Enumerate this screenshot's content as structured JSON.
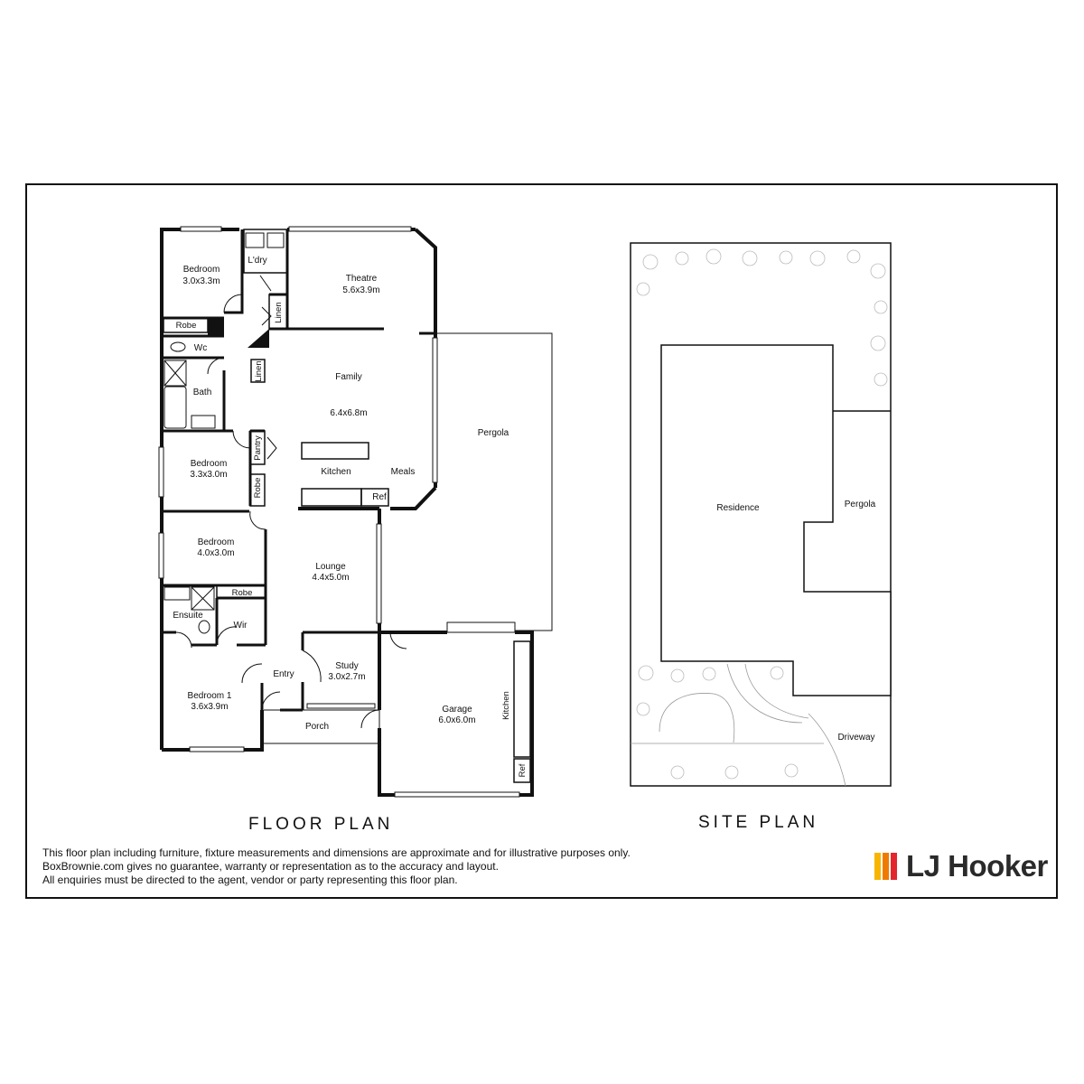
{
  "floor_plan": {
    "heading": "FLOOR PLAN",
    "rooms": [
      {
        "name": "Bedroom",
        "size": "3.0x3.3m"
      },
      {
        "name": "L'dry"
      },
      {
        "name": "Theatre",
        "size": "5.6x3.9m"
      },
      {
        "name": "Robe"
      },
      {
        "name": "Linen"
      },
      {
        "name": "Wc"
      },
      {
        "name": "Linen"
      },
      {
        "name": "Bath"
      },
      {
        "name": "Family"
      },
      {
        "name": "6.4x6.8m"
      },
      {
        "name": "Pergola"
      },
      {
        "name": "Pantry"
      },
      {
        "name": "Bedroom",
        "size": "3.3x3.0m"
      },
      {
        "name": "Kitchen"
      },
      {
        "name": "Meals"
      },
      {
        "name": "Robe"
      },
      {
        "name": "Ref"
      },
      {
        "name": "Bedroom",
        "size": "4.0x3.0m"
      },
      {
        "name": "Lounge",
        "size": "4.4x5.0m"
      },
      {
        "name": "Robe"
      },
      {
        "name": "Ensuite"
      },
      {
        "name": "Wir"
      },
      {
        "name": "Entry"
      },
      {
        "name": "Study",
        "size": "3.0x2.7m"
      },
      {
        "name": "Bedroom 1",
        "size": "3.6x3.9m"
      },
      {
        "name": "Garage",
        "size": "6.0x6.0m"
      },
      {
        "name": "Kitchen"
      },
      {
        "name": "Porch"
      },
      {
        "name": "Ref"
      }
    ]
  },
  "site_plan": {
    "heading": "SITE PLAN",
    "labels": [
      "Residence",
      "Pergola",
      "Driveway"
    ]
  },
  "disclaimer": [
    "This floor plan including furniture, fixture measurements and dimensions are approximate and for illustrative purposes only.",
    "BoxBrownie.com gives no guarantee, warranty or representation as to the accuracy and layout.",
    "All enquiries must be directed to the agent, vendor or party representing this floor plan."
  ],
  "brand": {
    "name": "LJ Hooker",
    "colors": [
      "#f7b500",
      "#f07a00",
      "#e3262e"
    ]
  }
}
